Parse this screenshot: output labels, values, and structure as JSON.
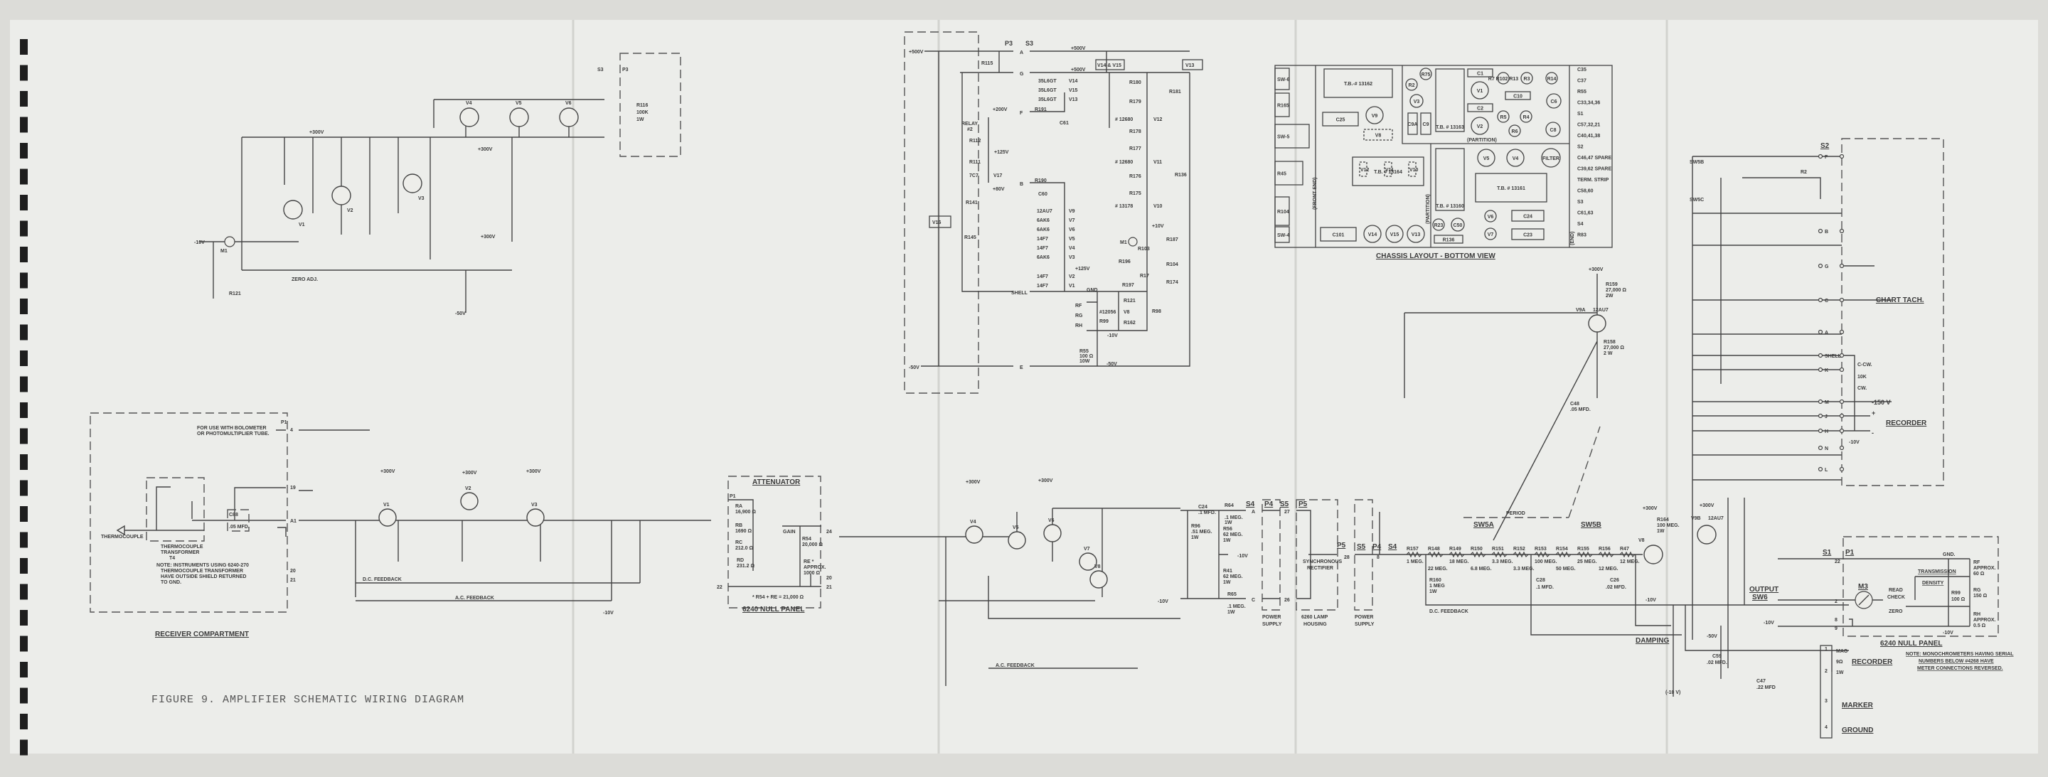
{
  "caption": "FIGURE 9.  AMPLIFIER SCHEMATIC WIRING DIAGRAM",
  "receiver": {
    "title": "RECEIVER COMPARTMENT",
    "bolometer_note": [
      "FOR USE WITH BOLOMETER",
      "OR PHOTOMULTIPLIER TUBE."
    ],
    "thermocouple": "THERMOCOUPLE",
    "transformer": [
      "THERMOCOUPLE",
      "TRANSFORMER",
      "T4"
    ],
    "cap": [
      "C88",
      ".05 MFD."
    ],
    "note": [
      "NOTE:  INSTRUMENTS USING 6240-270",
      "THERMOCOUPLE TRANSFORMER",
      "HAVE OUTSIDE SHIELD RETURNED",
      "TO GND."
    ],
    "pins": [
      "P1",
      "4",
      "19",
      "A1",
      "20",
      "21"
    ]
  },
  "amplifier": {
    "dc_feedback": "D.C. FEEDBACK",
    "ac_feedback": "A.C. FEEDBACK",
    "tubes": [
      "V1",
      "V2",
      "V3",
      "V4",
      "V5",
      "V6",
      "V7",
      "V8"
    ],
    "voltages": [
      "+300V",
      "+300V",
      "+300V",
      "-10V",
      "+300V",
      "+300V",
      "-10V"
    ]
  },
  "attenuator": {
    "title": "ATTENUATOR",
    "panel": "6240 NULL PANEL",
    "ra": [
      "RA",
      "16,900 Ω"
    ],
    "rb": [
      "RB",
      "1690 Ω"
    ],
    "rc": [
      "RC",
      "212.0 Ω"
    ],
    "rd": [
      "RD",
      "231.2 Ω"
    ],
    "gain": "GAIN",
    "r54": [
      "R54",
      "20,000 Ω"
    ],
    "re": [
      "RE *",
      "APPROX.",
      "1000 Ω"
    ],
    "formula": "* R54 + RE = 21,000 Ω",
    "pins": [
      "P1",
      "22",
      "24",
      "20",
      "21"
    ]
  },
  "output_stage": {
    "c24": [
      "C24",
      ".1 MFD."
    ],
    "r64": [
      "R64",
      ".1 MEG.",
      "1W"
    ],
    "r96": [
      "R96",
      ".51 MEG.",
      "1W"
    ],
    "r56": [
      "R56",
      "62 MEG.",
      "1W"
    ],
    "r41": [
      "R41",
      "62 MEG.",
      "1W"
    ],
    "r65": [
      "R65",
      ".1 MEG.",
      "1W"
    ],
    "minus10": "-10V",
    "power_supply_1": [
      "POWER",
      "SUPPLY"
    ],
    "lamp_housing": [
      "6260 LAMP",
      "HOUSING"
    ],
    "sync_rect": [
      "SYNCHRONOUS",
      "RECTIFIER"
    ],
    "power_supply_2": [
      "POWER",
      "SUPPLY"
    ],
    "pins": [
      "S4",
      "P4",
      "S5",
      "P5",
      "P5",
      "S5",
      "P4",
      "S4",
      "A",
      "C",
      "27",
      "26",
      "28",
      "8"
    ]
  },
  "period_section": {
    "period": "PERIOD",
    "sw5a": "SW5A",
    "sw5b": "SW5B",
    "resistors": [
      {
        "name": "R157",
        "value": "1 MEG."
      },
      {
        "name": "R148",
        "value": "22 MEG."
      },
      {
        "name": "R149",
        "value": "18 MEG."
      },
      {
        "name": "R150",
        "value": "6.8 MEG."
      },
      {
        "name": "R151",
        "value": "3.3 MEG."
      },
      {
        "name": "R152",
        "value": "3.3 MEG."
      },
      {
        "name": "R153",
        "value": "100 MEG."
      },
      {
        "name": "R154",
        "value": "50 MEG."
      },
      {
        "name": "R155",
        "value": "25 MEG."
      },
      {
        "name": "R156",
        "value": "12 MEG."
      },
      {
        "name": "R47",
        "value": "12 MEG."
      }
    ],
    "r160": [
      "R160",
      "1 MEG",
      "1W"
    ],
    "c28": [
      "C28",
      ".1 MFD."
    ],
    "c26": [
      "C26",
      ".02 MFD."
    ],
    "v8": "V8",
    "v9b": [
      "V9B",
      "12AU7"
    ],
    "r164": [
      "R164",
      "100 MEG.",
      "1W"
    ],
    "damping": "DAMPING",
    "dc_feedback": "D.C. FEEDBACK",
    "c59": [
      "C59",
      ".02 MFD."
    ],
    "c47": [
      "C47",
      ".22 MFD"
    ],
    "minus10": "(-10 V)",
    "output": [
      "OUTPUT",
      "SW6"
    ],
    "voltages": [
      "+300V",
      "+300V",
      "-10V",
      "-50V",
      "-10V"
    ]
  },
  "recorder_box": {
    "pins": [
      "S2",
      "F",
      "B",
      "G",
      "C",
      "A",
      "SHELL",
      "K",
      "M",
      "J",
      "H",
      "N",
      "L"
    ],
    "chart_tach": "CHART TACH.",
    "pot": [
      "C-CW.",
      "10K",
      "CW."
    ],
    "minus150": "-150 V",
    "plus": "+",
    "minus": "-",
    "recorder": "RECORDER",
    "minus10": "-10V",
    "sw5_labels": [
      "SW5B",
      "SW5C",
      "R2"
    ]
  },
  "null_panel": {
    "title": "6240 NULL PANEL",
    "m3": "M3",
    "read": "READ",
    "check": "CHECK",
    "zero": "ZERO",
    "trans_density": [
      "TRANSMISSION",
      "DENSITY"
    ],
    "r99": [
      "R99",
      "100 Ω"
    ],
    "rf": [
      "RF",
      "APPROX.",
      "60 Ω"
    ],
    "rg": [
      "RG",
      "150 Ω"
    ],
    "rh": [
      "RH",
      "APPROX.",
      "0.5 Ω"
    ],
    "gnd": "GND.",
    "minus10": "-10V",
    "pins": [
      "S1",
      "P1",
      "22",
      "2",
      "8",
      "9"
    ],
    "note": [
      "NOTE: MONOCHROMETERS HAVING SERIAL",
      "NUMBERS BELOW #4268 HAVE",
      "METER CONNECTIONS REVERSED."
    ],
    "strip": [
      "1",
      "2",
      "3",
      "4"
    ],
    "recorder": "RECORDER",
    "rec_vals": [
      "MAG",
      "9Ω",
      "1W"
    ],
    "marker": "MARKER",
    "ground": "GROUND"
  },
  "power_dist": {
    "pins_p3": [
      "P3",
      "A",
      "G",
      "F",
      "B",
      "SHELL",
      "E"
    ],
    "s3": "S3",
    "plus500a": "+500V",
    "plus500b": "+500V",
    "plus500c": "+500V",
    "plus200": "+200V",
    "plus125a": "+125V",
    "plus80": "+80V",
    "plus125b": "+125V",
    "plus10": "+10V",
    "gnd": "GND",
    "minus10": "-10V",
    "minus50a": "-50V",
    "minus50b": "-50V",
    "boxes": [
      "V14 & V15",
      "V13",
      "V16"
    ],
    "relay": [
      "RELAY",
      "#2"
    ],
    "left_parts": [
      "R115",
      "R112",
      "R111",
      "7C7",
      "V17",
      "R141",
      "R145"
    ],
    "heater_upper": [
      [
        "35L6GT",
        "V14"
      ],
      [
        "35L6GT",
        "V15"
      ],
      [
        "35L6GT",
        "V13"
      ]
    ],
    "heater_lower": [
      [
        "12AU7",
        "V9"
      ],
      [
        "6AK6",
        "V7"
      ],
      [
        "6AK6",
        "V6"
      ],
      [
        "14F7",
        "V5"
      ],
      [
        "14F7",
        "V4"
      ],
      [
        "6AK6",
        "V3"
      ],
      [
        "14F7",
        "V2"
      ],
      [
        "14F7",
        "V1"
      ]
    ],
    "r191": "R191",
    "c61": "C61",
    "r190": "R190",
    "c60": "C60",
    "right_chain": [
      "R180",
      "R179",
      "# 12680",
      "V12",
      "R178",
      "R177",
      "# 12680",
      "V11",
      "R176",
      "R175",
      "# 13178",
      "V10"
    ],
    "r181": "R181",
    "r136": "R136",
    "meter": [
      "M1",
      "R103",
      "R196",
      "R17",
      "R197",
      "R187",
      "R104",
      "R174"
    ],
    "bottom": [
      "RF",
      "RG",
      "RH",
      "#12056",
      "V8",
      "R99",
      "R121",
      "R162",
      "R98"
    ],
    "r55": [
      "R55",
      "100 Ω",
      "10W"
    ]
  },
  "regulator": {
    "tubes": [
      "V1",
      "V2",
      "V3",
      "V4",
      "V5",
      "V6"
    ],
    "voltages": [
      "+300V",
      "+300V",
      "+300V",
      "-10V",
      "-50V"
    ],
    "m1": "M1",
    "box": [
      "R116",
      "100K",
      "1W"
    ],
    "pins": [
      "S3",
      "P3"
    ],
    "labels": [
      "ZERO ADJ.",
      "R121"
    ]
  },
  "chassis": {
    "title": "CHASSIS LAYOUT - BOTTOM VIEW",
    "left_col": [
      "SW-6",
      "R165",
      "SW-5",
      "R45",
      "R104",
      "SW-4"
    ],
    "front_end": "(FRONT END)",
    "partition_v": "(PARTITION)",
    "partition_h": "(PARTITION)",
    "end": "(END)",
    "blocks": [
      "T.B.-# 13162",
      "C25",
      "V9",
      "V8",
      "V12",
      "V11",
      "V10",
      "T.B. # 13164",
      "C101",
      "V14",
      "V15",
      "V13",
      "R75",
      "R2",
      "V3",
      "C9A",
      "C9",
      "T.B. # 13163",
      "C1",
      "C2",
      "V1",
      "V2",
      "R7 R102 R13",
      "R3",
      "R14",
      "C10",
      "C6",
      "R5",
      "R4",
      "R6",
      "C8",
      "T.B. # 13160",
      "R23",
      "C50",
      "R136",
      "V5",
      "V4",
      "FILTER",
      "T.B. # 13161",
      "V6",
      "C24",
      "V7",
      "C23"
    ],
    "right_col": [
      "C35",
      "C37",
      "R55",
      "C33,34,36",
      "S1",
      "C57,32,21",
      "C40,41,38",
      "S2",
      "C46,47 SPARE",
      "C39,62 SPARE",
      "TERM. STRIP",
      "C58,60",
      "S3",
      "C61,63",
      "S4",
      "R83"
    ]
  },
  "v9a": {
    "r159": [
      "R159",
      "27,000 Ω",
      "2W"
    ],
    "v9a": [
      "V9A",
      "12AU7"
    ],
    "plus300": "+300V",
    "r158": [
      "R158",
      "27,000 Ω",
      "2 W"
    ],
    "c48": [
      "C48",
      ".05 MFD."
    ]
  },
  "colors": {
    "paper": "#ecedea",
    "border": "#dcdcd8",
    "ink": "#444444",
    "binder": "#1e1e1e"
  }
}
